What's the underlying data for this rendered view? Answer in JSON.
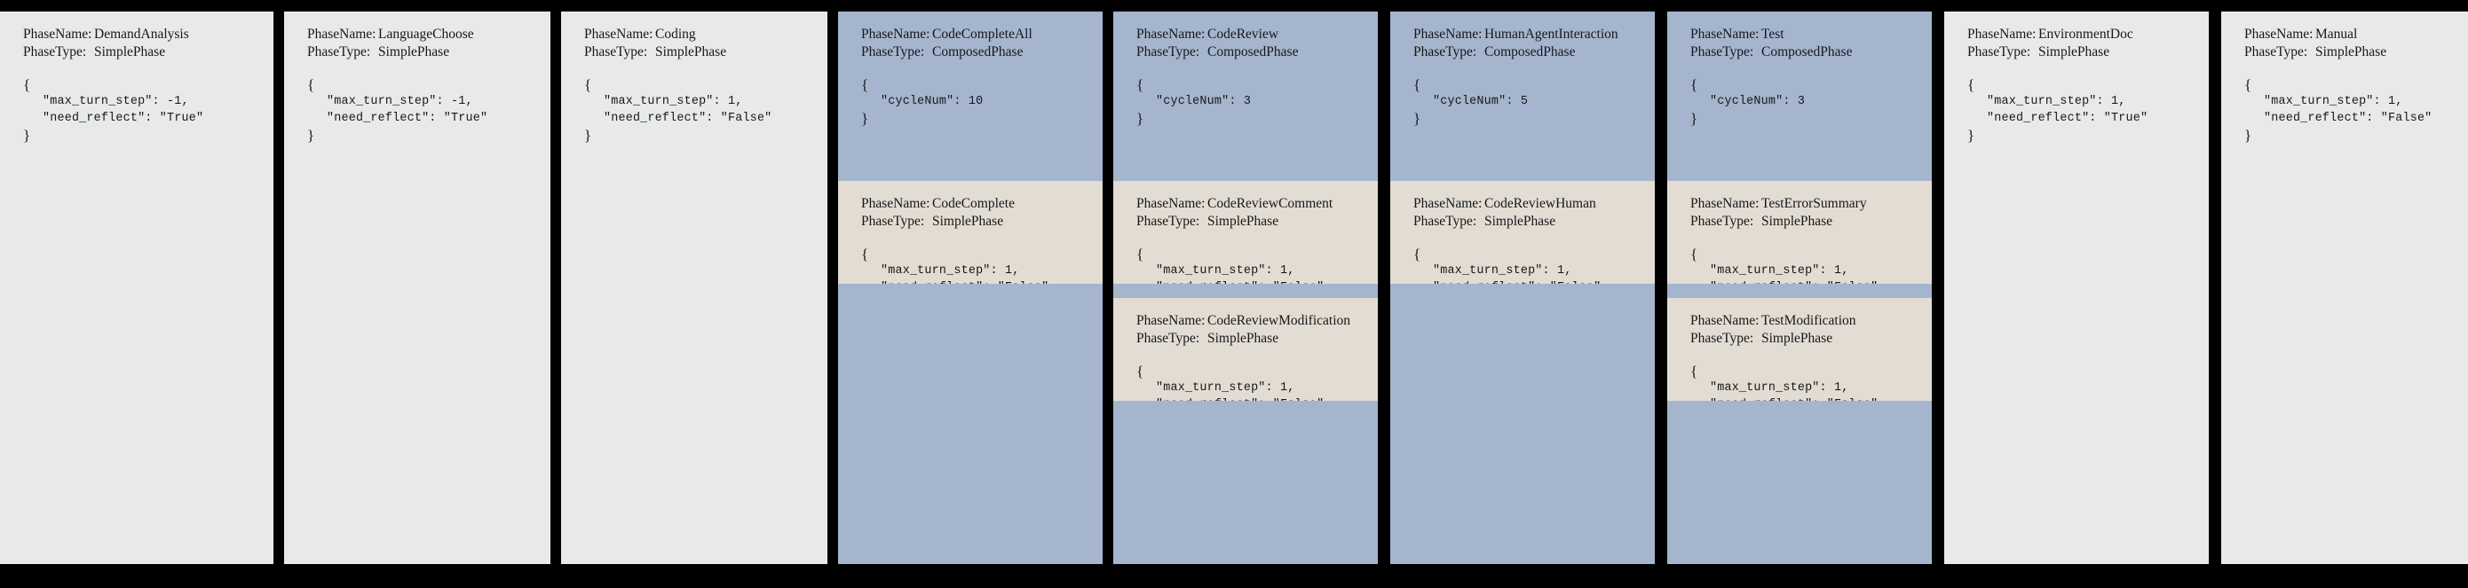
{
  "figure": {
    "background_color": "#000000",
    "simple_phase_color": "#e8eae9",
    "composed_phase_color": "#a5b5ce",
    "sub_phase_color": "#e2dcd2",
    "text_color": "#16181a",
    "label_phase_name": "PhaseName:",
    "label_phase_type": "PhaseType:"
  },
  "panels": [
    {
      "id": "demand-analysis",
      "phase_name": "DemandAnalysis",
      "phase_type": "SimplePhase",
      "config": "{\n   \"max_turn_step\": -1,\n   \"need_reflect\": \"True\"\n}",
      "config_open": "{",
      "config_lines": [
        "\"max_turn_step\": -1,",
        "\"need_reflect\": \"True\""
      ],
      "config_close": "}",
      "subphases": []
    },
    {
      "id": "language-choose",
      "phase_name": "LanguageChoose",
      "phase_type": "SimplePhase",
      "config_open": "{",
      "config_lines": [
        "\"max_turn_step\": -1,",
        "\"need_reflect\": \"True\""
      ],
      "config_close": "}",
      "subphases": []
    },
    {
      "id": "coding",
      "phase_name": "Coding",
      "phase_type": "SimplePhase",
      "config_open": "{",
      "config_lines": [
        "\"max_turn_step\": 1,",
        "\"need_reflect\": \"False\""
      ],
      "config_close": "}",
      "subphases": []
    },
    {
      "id": "code-complete-all",
      "phase_name": "CodeCompleteAll",
      "phase_type": "ComposedPhase",
      "config_open": "{",
      "config_lines": [
        "\"cycleNum\": 10"
      ],
      "config_close": "}",
      "subphases": [
        {
          "id": "code-complete",
          "phase_name": "CodeComplete",
          "phase_type": "SimplePhase",
          "config_open": "{",
          "config_lines": [
            "\"max_turn_step\": 1,",
            "\"need_reflect\": \"False\""
          ],
          "config_close": "}"
        }
      ]
    },
    {
      "id": "code-review",
      "phase_name": "CodeReview",
      "phase_type": "ComposedPhase",
      "config_open": "{",
      "config_lines": [
        "\"cycleNum\": 3"
      ],
      "config_close": "}",
      "subphases": [
        {
          "id": "code-review-comment",
          "phase_name": "CodeReviewComment",
          "phase_type": "SimplePhase",
          "config_open": "{",
          "config_lines": [
            "\"max_turn_step\": 1,",
            "\"need_reflect\": \"False\""
          ],
          "config_close": "}"
        },
        {
          "id": "code-review-modification",
          "phase_name": "CodeReviewModification",
          "phase_type": "SimplePhase",
          "config_open": "{",
          "config_lines": [
            "\"max_turn_step\": 1,",
            "\"need_reflect\": \"False\""
          ],
          "config_close": "}"
        }
      ]
    },
    {
      "id": "human-agent-interaction",
      "phase_name": "HumanAgentInteraction",
      "phase_type": "ComposedPhase",
      "config_open": "{",
      "config_lines": [
        "\"cycleNum\": 5"
      ],
      "config_close": "}",
      "subphases": [
        {
          "id": "code-review-human",
          "phase_name": "CodeReviewHuman",
          "phase_type": "SimplePhase",
          "config_open": "{",
          "config_lines": [
            "\"max_turn_step\": 1,",
            "\"need_reflect\": \"False\""
          ],
          "config_close": "}"
        }
      ]
    },
    {
      "id": "test",
      "phase_name": "Test",
      "phase_type": "ComposedPhase",
      "config_open": "{",
      "config_lines": [
        "\"cycleNum\": 3"
      ],
      "config_close": "}",
      "subphases": [
        {
          "id": "test-error-summary",
          "phase_name": "TestErrorSummary",
          "phase_type": "SimplePhase",
          "config_open": "{",
          "config_lines": [
            "\"max_turn_step\": 1,",
            "\"need_reflect\": \"False\""
          ],
          "config_close": "}"
        },
        {
          "id": "test-modification",
          "phase_name": "TestModification",
          "phase_type": "SimplePhase",
          "config_open": "{",
          "config_lines": [
            "\"max_turn_step\": 1,",
            "\"need_reflect\": \"False\""
          ],
          "config_close": "}"
        }
      ]
    },
    {
      "id": "environment-doc",
      "phase_name": "EnvironmentDoc",
      "phase_type": "SimplePhase",
      "config_open": "{",
      "config_lines": [
        "\"max_turn_step\": 1,",
        "\"need_reflect\": \"True\""
      ],
      "config_close": "}",
      "subphases": []
    },
    {
      "id": "manual",
      "phase_name": "Manual",
      "phase_type": "SimplePhase",
      "config_open": "{",
      "config_lines": [
        "\"max_turn_step\": 1,",
        "\"need_reflect\": \"False\""
      ],
      "config_close": "}",
      "subphases": []
    }
  ]
}
